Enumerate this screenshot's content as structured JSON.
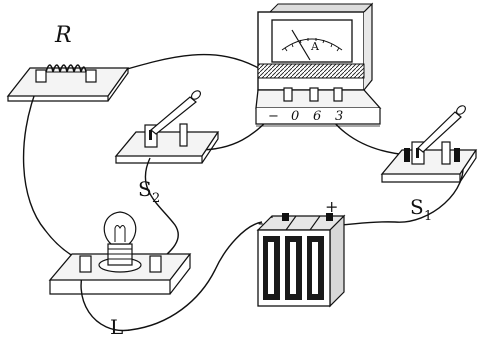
{
  "labels": {
    "resistor": "R",
    "switch2": "S",
    "switch2_sub": "2",
    "switch1": "S",
    "switch1_sub": "1",
    "lamp": "L",
    "battery_minus": "-",
    "battery_plus": "+",
    "ammeter_unit": "A",
    "ammeter_term_neg": "−",
    "ammeter_term_0": "0",
    "ammeter_term_06": "6",
    "ammeter_term_3": "3"
  },
  "colors": {
    "ink": "#111111",
    "board_fill": "#f4f4f4",
    "dark": "#1a1a1a"
  },
  "icons": {
    "resistor": "resistor-icon",
    "ammeter": "ammeter-icon",
    "switch": "knife-switch-icon",
    "lamp": "light-bulb-icon",
    "battery": "battery-icon"
  }
}
